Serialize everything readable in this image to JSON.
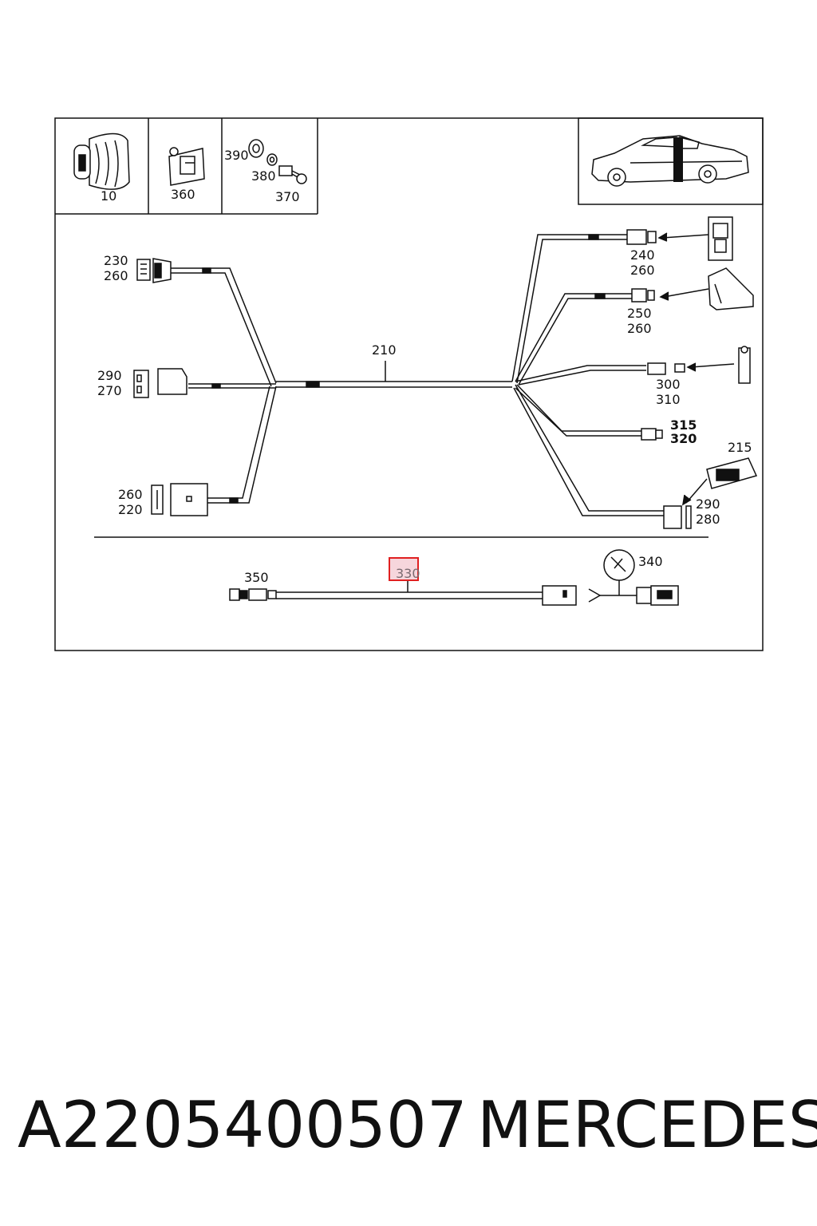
{
  "callouts": {
    "p10": "10",
    "p360": "360",
    "p390": "390",
    "p380": "380",
    "p370": "370",
    "p210": "210",
    "p230": "230",
    "p260a": "260",
    "p290a": "290",
    "p270": "270",
    "p260b": "260",
    "p220": "220",
    "p240": "240",
    "p260c": "260",
    "p250": "250",
    "p260d": "260",
    "p300": "300",
    "p310": "310",
    "p315": "315",
    "p320": "320",
    "p215": "215",
    "p290b": "290",
    "p280": "280",
    "p350": "350",
    "p330": "330",
    "p340": "340"
  },
  "caption": {
    "part_number": "A2205400507",
    "brand": "MERCEDES"
  },
  "colors": {
    "highlight": "#e02020",
    "highlight_fill": "#f6d6dc"
  }
}
